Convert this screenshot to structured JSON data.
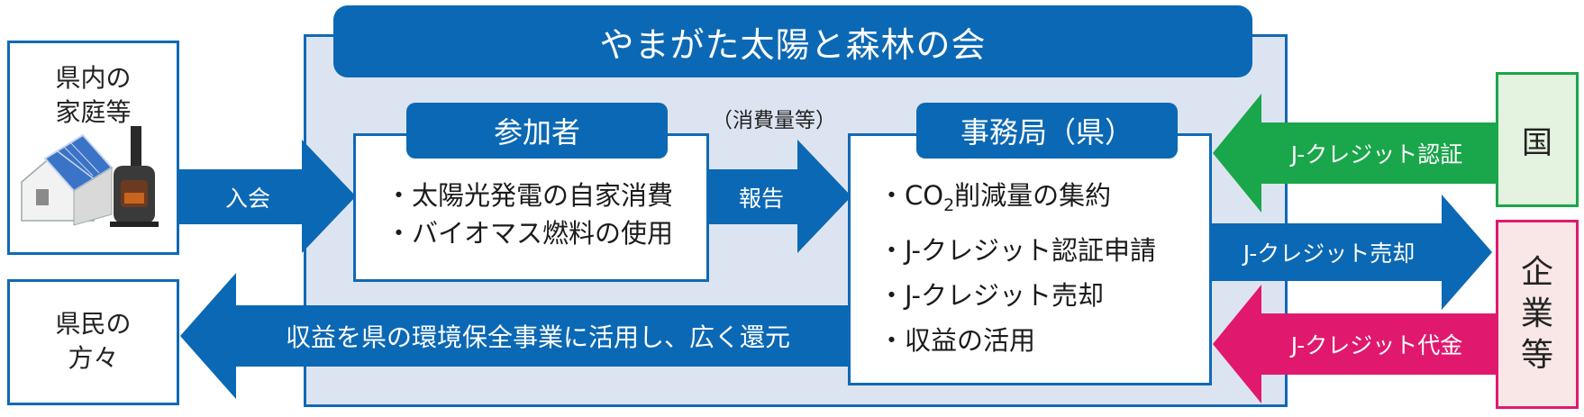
{
  "association": {
    "title": "やまがた太陽と森林の会"
  },
  "home": {
    "line1": "県内の",
    "line2": "家庭等"
  },
  "residents": {
    "line1": "県民の",
    "line2": "方々"
  },
  "participant": {
    "title": "参加者",
    "items": [
      "・太陽光発電の自家消費",
      "・バイオマス燃料の使用"
    ]
  },
  "report_note": "（消費量等）",
  "secretariat": {
    "title": "事務局（県）",
    "item1_pre": "・CO",
    "item1_sub": "2",
    "item1_post": "削減量の集約",
    "items": [
      "・J-クレジット認証申請",
      "・J-クレジット売却",
      "・収益の活用"
    ]
  },
  "arrows": {
    "join": "入会",
    "report": "報告",
    "return": "収益を県の環境保全事業に活用し、広く還元",
    "certification": "J-クレジット認証",
    "sale": "J-クレジット売却",
    "payment": "J-クレジット代金"
  },
  "nation": {
    "label": "国"
  },
  "company": {
    "line1": "企",
    "line2": "業",
    "line3": "等"
  },
  "colors": {
    "blue": "#0b68b4",
    "green": "#1aa64a",
    "pink": "#e0196e",
    "panel": "#dde4f1"
  },
  "icons": [
    "house-solar-icon",
    "wood-stove-icon"
  ]
}
